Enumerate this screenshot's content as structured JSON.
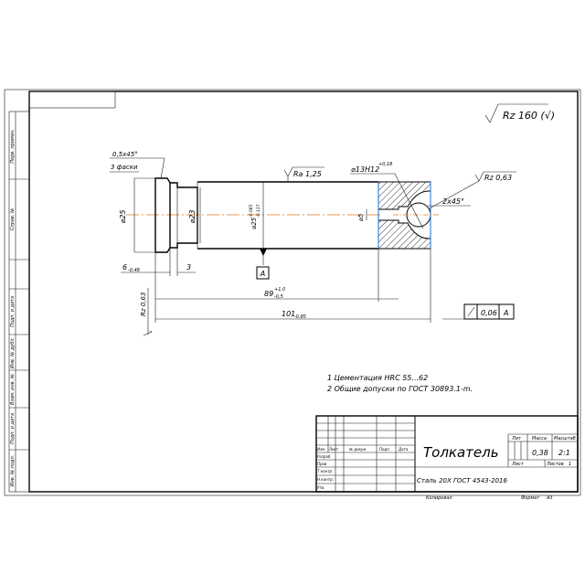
{
  "roughness": {
    "general": "Rz 160 (√)",
    "face": "Ra 1,25",
    "chamfer": "Rz 0,63",
    "end": "Rz 0,63"
  },
  "dimensions": {
    "chamfer_note": "0,5x45°",
    "chamfer_count": "3 фаски",
    "dia_25": "⌀25",
    "dia_23": "⌀23",
    "dia_25_tol": "⌀25",
    "dia_25_tol_sup": "-0,065",
    "dia_25_tol_sub": "-0,117",
    "dia_5": "⌀5",
    "dia_13": "⌀13H12",
    "dia_13_sup": "+0,18",
    "chamfer2": "2х45°",
    "len_6": "6",
    "len_6_sub": "-0,48",
    "len_3": "3",
    "len_89": "89",
    "len_89_sup": "+1,0",
    "len_89_sub": "-0,5",
    "len_101": "101",
    "len_101_sub": "-0,85"
  },
  "datum": {
    "label": "A",
    "tolerance_value": "0,06",
    "tolerance_ref": "A"
  },
  "notes": [
    "1 Цементация HRC 55...62",
    "2 Общие допуски по ГОСТ 30893.1-m."
  ],
  "title_block": {
    "name": "Толкатель",
    "material": "Сталь 20Х ГОСТ 4543-2016",
    "lit_header": "Лит",
    "mass_header": "Масса",
    "scale_header": "Масштаб",
    "mass": "0,38",
    "scale": "2:1",
    "sheet_label": "Лист",
    "sheets_label": "Листов",
    "sheets_count": "1",
    "col_izm": "Изм",
    "col_list": "Лист",
    "col_doc": "№ докум.",
    "col_sign": "Подп.",
    "col_date": "Дата",
    "row_razrab": "Разраб",
    "row_prov": "Пров",
    "row_tkontr": "Т.контр.",
    "row_nkontr": "Н.контр.",
    "row_utv": "Утв.",
    "copied": "Копировал",
    "format": "Формат",
    "format_value": "А3"
  },
  "side_stamp": [
    "Перв. примен.",
    "Справ. №",
    "Подп. и дата",
    "Инв. № дубл.",
    "Взам. инв. №",
    "Подп. и дата",
    "Инв. № подл."
  ]
}
